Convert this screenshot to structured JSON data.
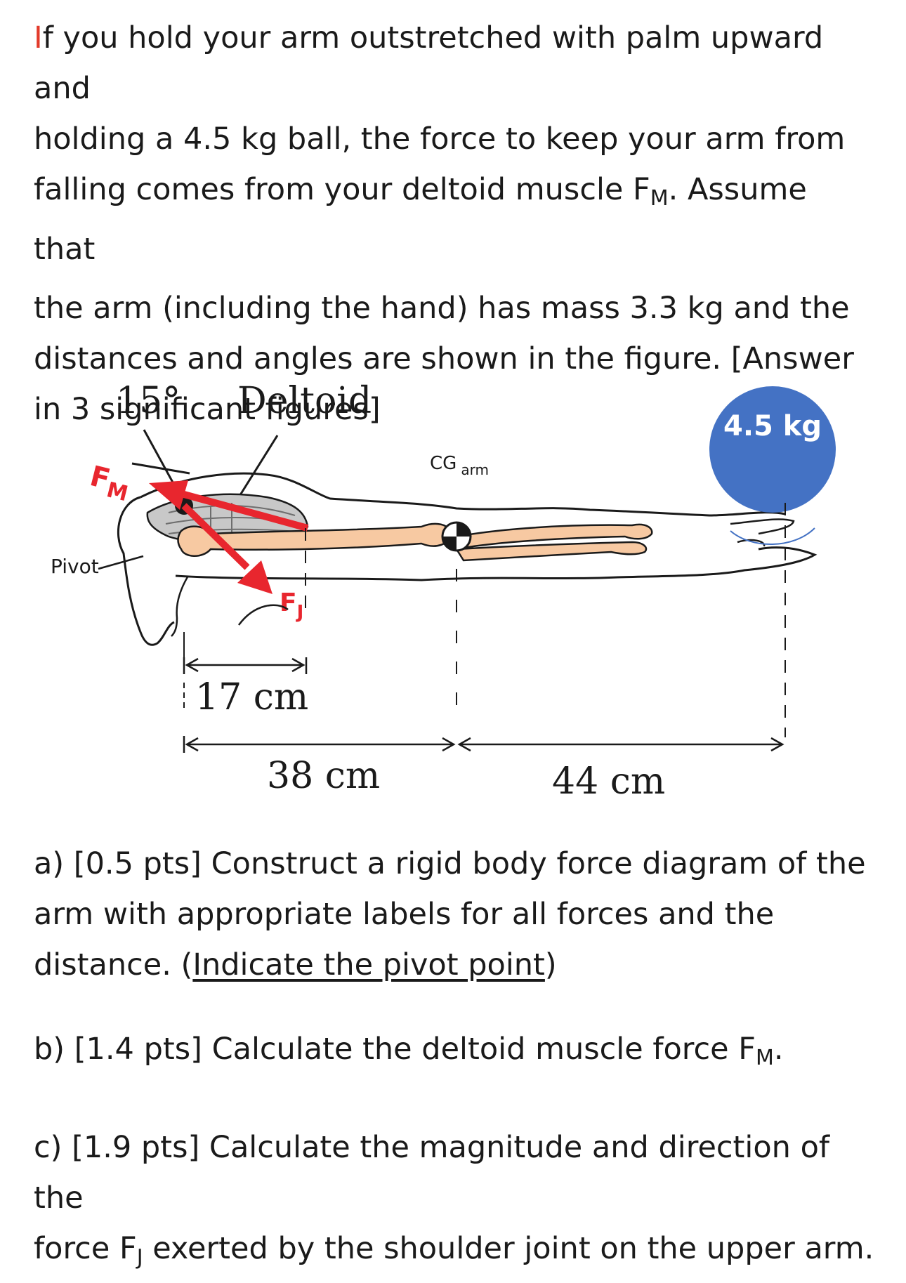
{
  "intro": {
    "first_letter": "I",
    "line1_rest": "f you hold your arm outstretched with palm upward and",
    "line2": "holding a 4.5 kg ball, the force to keep your arm from",
    "line3_pre": "falling comes from your deltoid muscle F",
    "line3_sub": "M",
    "line3_post": ". Assume that",
    "line4": "the arm (including the hand) has mass 3.3 kg and the",
    "line5": "distances and angles are shown in the figure.  [Answer",
    "line6": "in 3 significant figures]"
  },
  "figure": {
    "angle_label": "15°",
    "muscle_label": "Deltoid",
    "fm_main": "F",
    "fm_sub": "M",
    "pivot_label": "Pivot",
    "fj_main": "F",
    "fj_sub": "J",
    "cg_main": "CG",
    "cg_sub": "arm",
    "ball_label": "4.5 kg",
    "dist_17": "17 cm",
    "dist_38": "38 cm",
    "dist_44": "44 cm",
    "colors": {
      "force_arrow": "#e8262e",
      "ball": "#4472c4",
      "bone": "#f7c9a2",
      "muscle": "#c8c8c8",
      "outline": "#1a1a1a"
    }
  },
  "questions": {
    "a_line1": "a) [0.5 pts] Construct a rigid body force diagram of the",
    "a_line2": "arm with appropriate labels for all forces and the",
    "a_line3_pre": "distance. (",
    "a_line3_link": "Indicate the pivot point",
    "a_line3_post": ")",
    "b_pre": "b)  [1.4 pts] Calculate the deltoid muscle force F",
    "b_sub": "M",
    "b_post": ".",
    "c_line1": "c)  [1.9 pts] Calculate the magnitude and direction of the",
    "c_line2_pre": "force F",
    "c_line2_sub": "J",
    "c_line2_post": " exerted by the shoulder joint on the upper arm."
  }
}
